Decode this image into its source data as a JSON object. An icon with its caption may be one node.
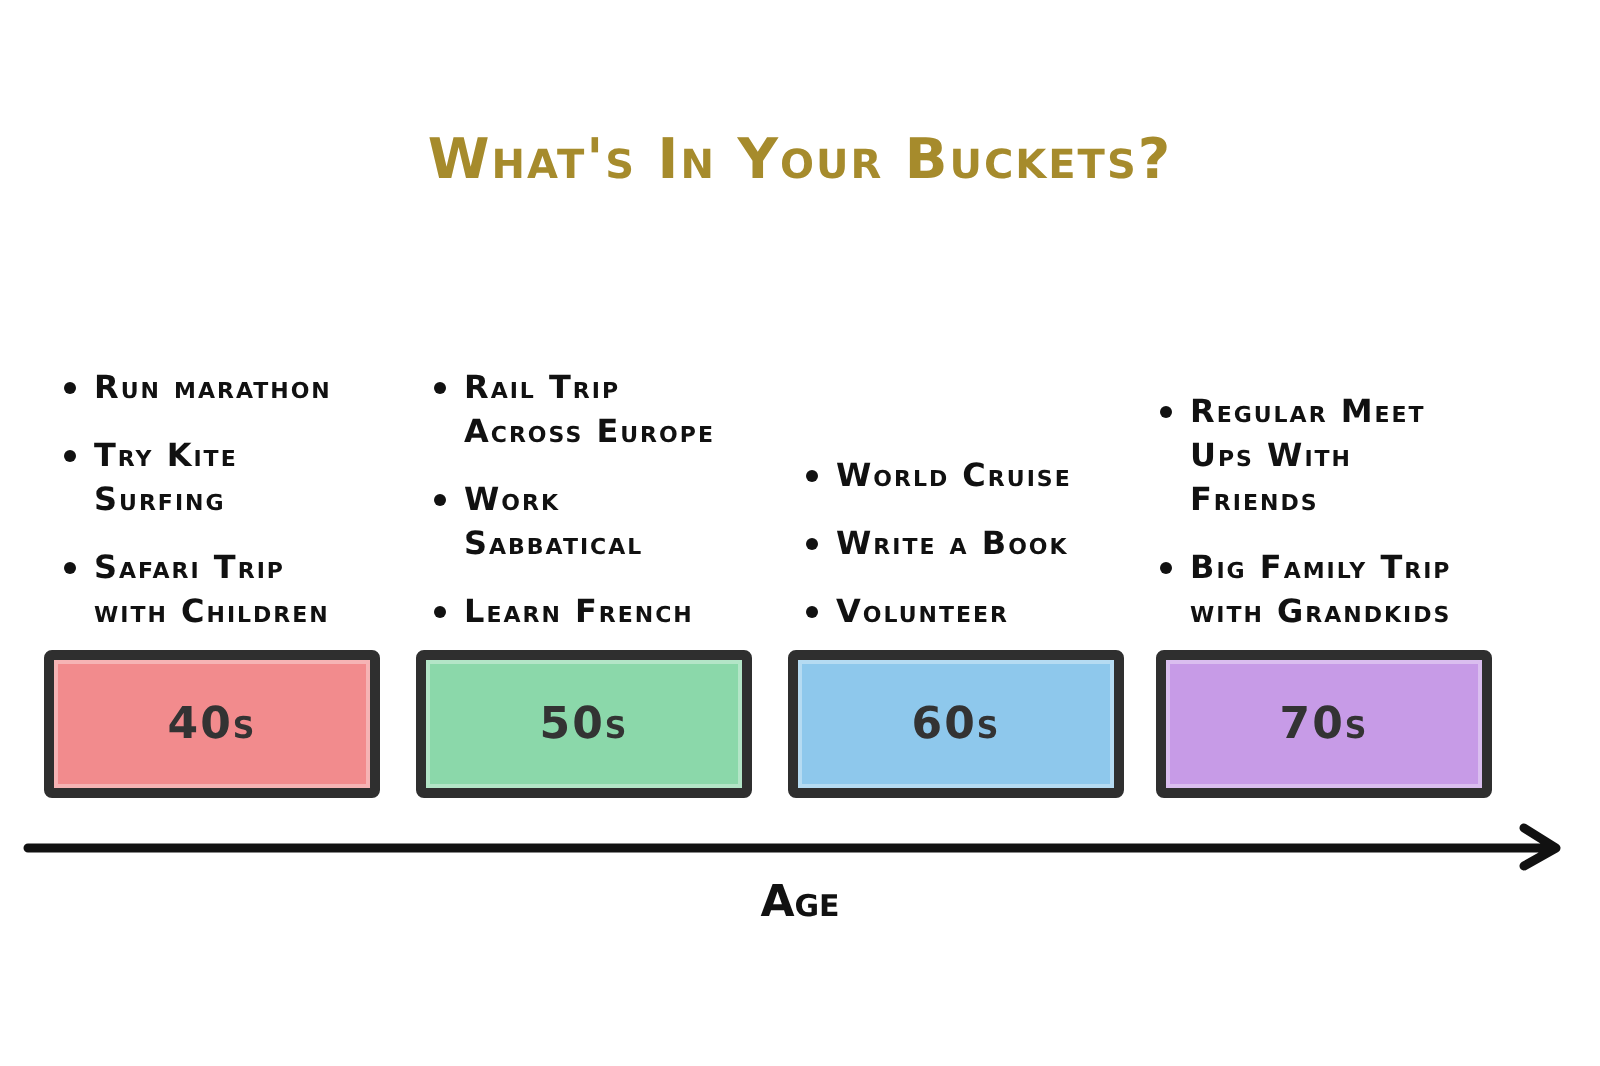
{
  "diagram": {
    "title": "What's In Your Buckets?",
    "nodes": [
      {
        "text": [
          "40s"
        ],
        "beside": [
          "Run marathon",
          "Try Kite Surfing",
          "Safari Trip with Children"
        ]
      },
      {
        "text": [
          "50s"
        ],
        "beside": [
          "Rail Trip Across Europe",
          "Work Sabbatical",
          "Learn French"
        ]
      },
      {
        "text": [
          "60s"
        ],
        "beside": [
          "World Cruise",
          "Write a Book",
          "Volunteer"
        ]
      },
      {
        "text": [
          "70s"
        ],
        "beside": [
          "Regular Meet Ups With Friends",
          "Big Family Trip with Grandkids"
        ]
      }
    ],
    "labels": [
      "Age"
    ]
  }
}
